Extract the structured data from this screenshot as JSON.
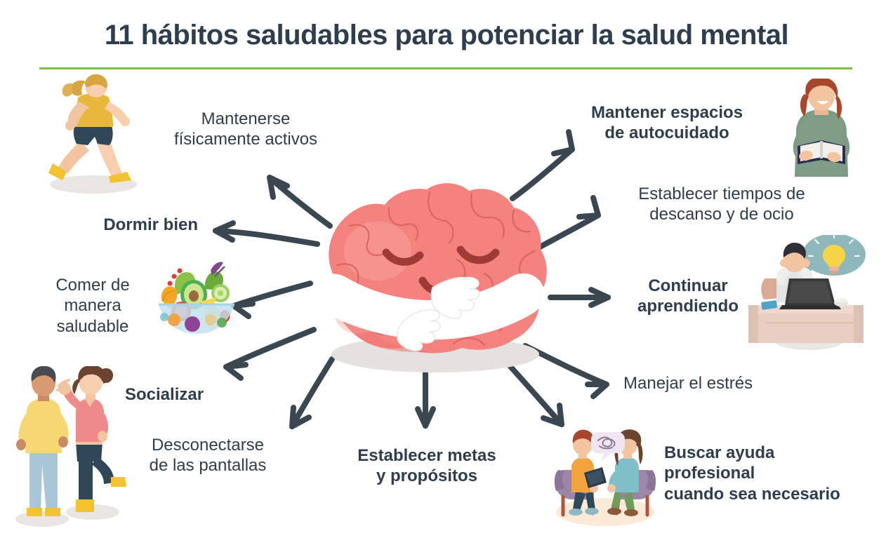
{
  "header": {
    "title": "11 hábitos saludables para potenciar la salud mental",
    "rule_color": "#7cbf42",
    "title_color": "#2f3e4e"
  },
  "theme": {
    "background": "#ffffff",
    "text_color": "#2f3e4e",
    "arrow_color": "#3a4750",
    "brain_pink": "#f4837f",
    "brain_pink_dark": "#ef7470",
    "brain_line": "#d95f5c",
    "brain_arm_white": "#ffffff",
    "brain_eye": "#9e3b36",
    "shadow_gray": "#e4e1de",
    "accent_green": "#7cbf42"
  },
  "center": {
    "name": "brain-hugging-itself",
    "description": "Cerebro sonriente abrazándose a sí mismo"
  },
  "habits": [
    {
      "id": "mantenerse-activos",
      "label": "Mantenerse\nfísicamente activos",
      "bold": false,
      "align": "center",
      "illustration": "running-woman-icon"
    },
    {
      "id": "mantener-espacios-autocuidado",
      "label": "Mantener espacios\nde autocuidado",
      "bold": true,
      "align": "center",
      "illustration": "woman-reading-book-icon"
    },
    {
      "id": "establecer-tiempos-descanso",
      "label": "Establecer tiempos de\ndescanso y de ocio",
      "bold": false,
      "align": "center",
      "illustration": null
    },
    {
      "id": "dormir-bien",
      "label": "Dormir bien",
      "bold": true,
      "align": "right",
      "illustration": null
    },
    {
      "id": "comer-saludable",
      "label": "Comer de\nmanera\nsaludable",
      "bold": false,
      "align": "center",
      "illustration": "salad-bowl-icon"
    },
    {
      "id": "continuar-aprendiendo",
      "label": "Continuar\naprendiendo",
      "bold": true,
      "align": "center",
      "illustration": "person-at-desk-idea-icon"
    },
    {
      "id": "manejar-estres",
      "label": "Manejar el estrés",
      "bold": false,
      "align": "left",
      "illustration": null
    },
    {
      "id": "socializar",
      "label": "Socializar",
      "bold": true,
      "align": "left",
      "illustration": "two-people-talking-icon"
    },
    {
      "id": "desconectarse-pantallas",
      "label": "Desconectarse\nde las pantallas",
      "bold": false,
      "align": "center",
      "illustration": null
    },
    {
      "id": "establecer-metas",
      "label": "Establecer metas\ny propósitos",
      "bold": true,
      "align": "center",
      "illustration": null
    },
    {
      "id": "buscar-ayuda-profesional",
      "label": "Buscar ayuda\nprofesional\ncuando sea necesario",
      "bold": true,
      "align": "left",
      "illustration": "therapy-session-icon"
    }
  ],
  "illustrations": {
    "running_woman": {
      "name": "running-woman-icon",
      "shirt": "#e8b83b",
      "shorts": "#2f4858",
      "shoes": "#f2c230",
      "hair": "#d9a441",
      "skin": "#f2c4a0"
    },
    "woman_reading": {
      "name": "woman-reading-book-icon",
      "sweater": "#7d9c85",
      "hair": "#a8472c",
      "book": "#2b2a52",
      "skin": "#f2c4a0"
    },
    "salad_bowl": {
      "name": "salad-bowl-icon",
      "bowl": "#bfe0ee",
      "avocado": "#4caf50",
      "tomato": "#e74c3c",
      "corn": "#f5a623",
      "cucumber": "#8bc34a"
    },
    "person_desk": {
      "name": "person-at-desk-idea-icon",
      "desk": "#e8cfc2",
      "laptop": "#3a3a3a",
      "bubble": "#8fb8bd",
      "bulb": "#f5d547",
      "shirt": "#e4e4e4",
      "pants": "#34495e"
    },
    "two_people": {
      "name": "two-people-talking-icon",
      "man_shirt": "#f7d774",
      "man_jeans": "#a8c6d8",
      "woman_top": "#ef8a8a",
      "woman_jeans": "#2f4858",
      "boots": "#f2c230"
    },
    "therapy": {
      "name": "therapy-session-icon",
      "chair": "#9b86a8",
      "therapist_shirt": "#f2a33c",
      "client_shirt": "#7fc0c8",
      "client_pants": "#6f9b5c",
      "rug": "#fbead8",
      "bubble": "#efe6f2"
    }
  }
}
